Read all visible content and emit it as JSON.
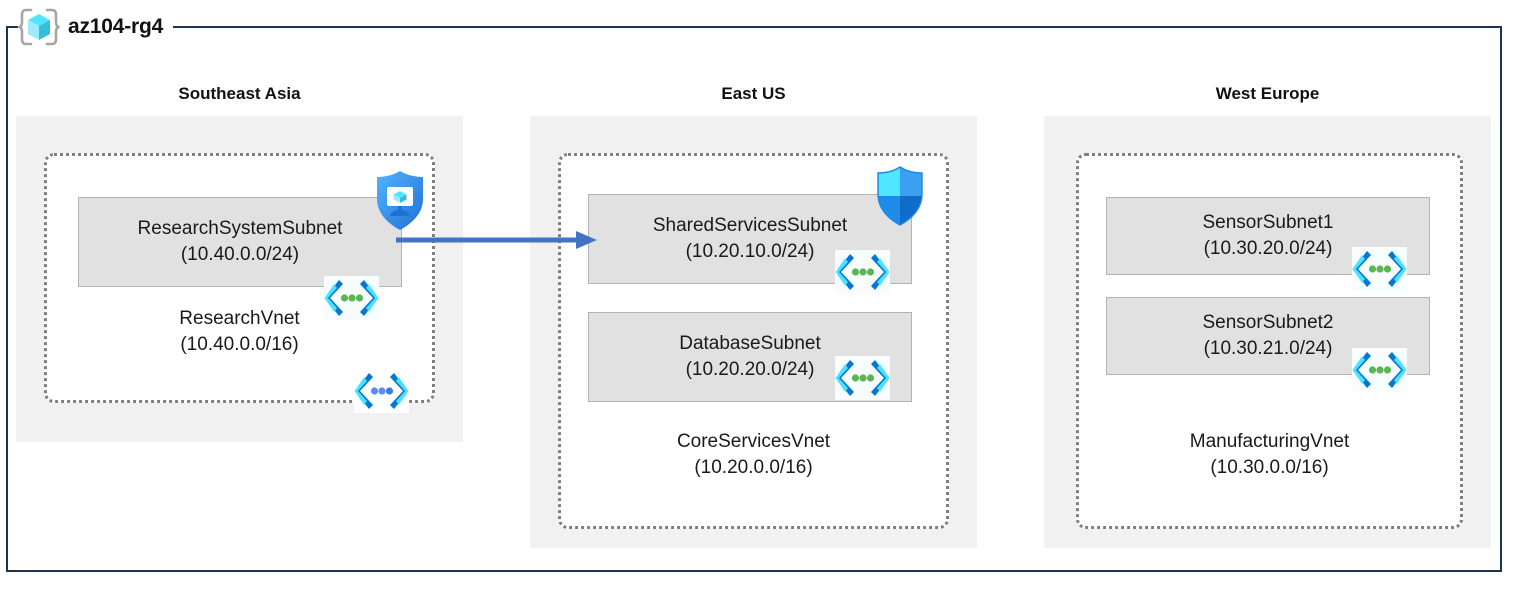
{
  "diagram": {
    "type": "azure-network-topology",
    "resource_group": {
      "name": "az104-rg4",
      "icon": "resource-group-icon"
    },
    "colors": {
      "frame_border": "#1b3355",
      "region_fill": "#f1f1f1",
      "vnet_border": "#7f7f7f",
      "subnet_fill": "#e1e1e1",
      "subnet_border": "#b3b3b3",
      "peering_arrow": "#4472c4",
      "icon_cyan": "#50e6ff",
      "icon_blue": "#0078d4",
      "icon_green": "#5ab552"
    },
    "regions": [
      {
        "id": "southeast-asia",
        "label": "Southeast Asia",
        "vnet": {
          "name": "ResearchVnet",
          "cidr": "(10.40.0.0/16)",
          "icon": "vnet-icon",
          "subnets": [
            {
              "name": "ResearchSystemSubnet",
              "cidr": "(10.40.0.0/24)",
              "icon": "subnet-icon",
              "badge": "bastion-icon"
            }
          ]
        }
      },
      {
        "id": "east-us",
        "label": "East US",
        "vnet": {
          "name": "CoreServicesVnet",
          "cidr": "(10.20.0.0/16)",
          "icon": null,
          "subnets": [
            {
              "name": "SharedServicesSubnet",
              "cidr": "(10.20.10.0/24)",
              "icon": "subnet-icon",
              "badge": "firewall-shield-icon"
            },
            {
              "name": "DatabaseSubnet",
              "cidr": "(10.20.20.0/24)",
              "icon": "subnet-icon",
              "badge": null
            }
          ]
        }
      },
      {
        "id": "west-europe",
        "label": "West Europe",
        "vnet": {
          "name": "ManufacturingVnet",
          "cidr": "(10.30.0.0/16)",
          "icon": null,
          "subnets": [
            {
              "name": "SensorSubnet1",
              "cidr": "(10.30.20.0/24)",
              "icon": "subnet-icon",
              "badge": null
            },
            {
              "name": "SensorSubnet2",
              "cidr": "(10.30.21.0/24)",
              "icon": "subnet-icon",
              "badge": null
            }
          ]
        }
      }
    ],
    "connections": [
      {
        "id": "peering-research-to-shared",
        "from": "ResearchSystemSubnet",
        "to": "SharedServicesSubnet",
        "direction": "right",
        "style": "solid-arrow"
      }
    ]
  },
  "text": {
    "rg_name": "az104-rg4",
    "region_sea": "Southeast Asia",
    "region_eus": "East US",
    "region_weu": "West Europe",
    "sea_vnet_caption": "ResearchVnet\n(10.40.0.0/16)",
    "sea_subnet1": "ResearchSystemSubnet\n(10.40.0.0/24)",
    "eus_vnet_caption": "CoreServicesVnet\n(10.20.0.0/16)",
    "eus_subnet1": "SharedServicesSubnet\n(10.20.10.0/24)",
    "eus_subnet2": "DatabaseSubnet\n(10.20.20.0/24)",
    "weu_vnet_caption": "ManufacturingVnet\n(10.30.0.0/16)",
    "weu_subnet1": "SensorSubnet1\n(10.30.20.0/24)",
    "weu_subnet2": "SensorSubnet2\n(10.30.21.0/24)"
  }
}
